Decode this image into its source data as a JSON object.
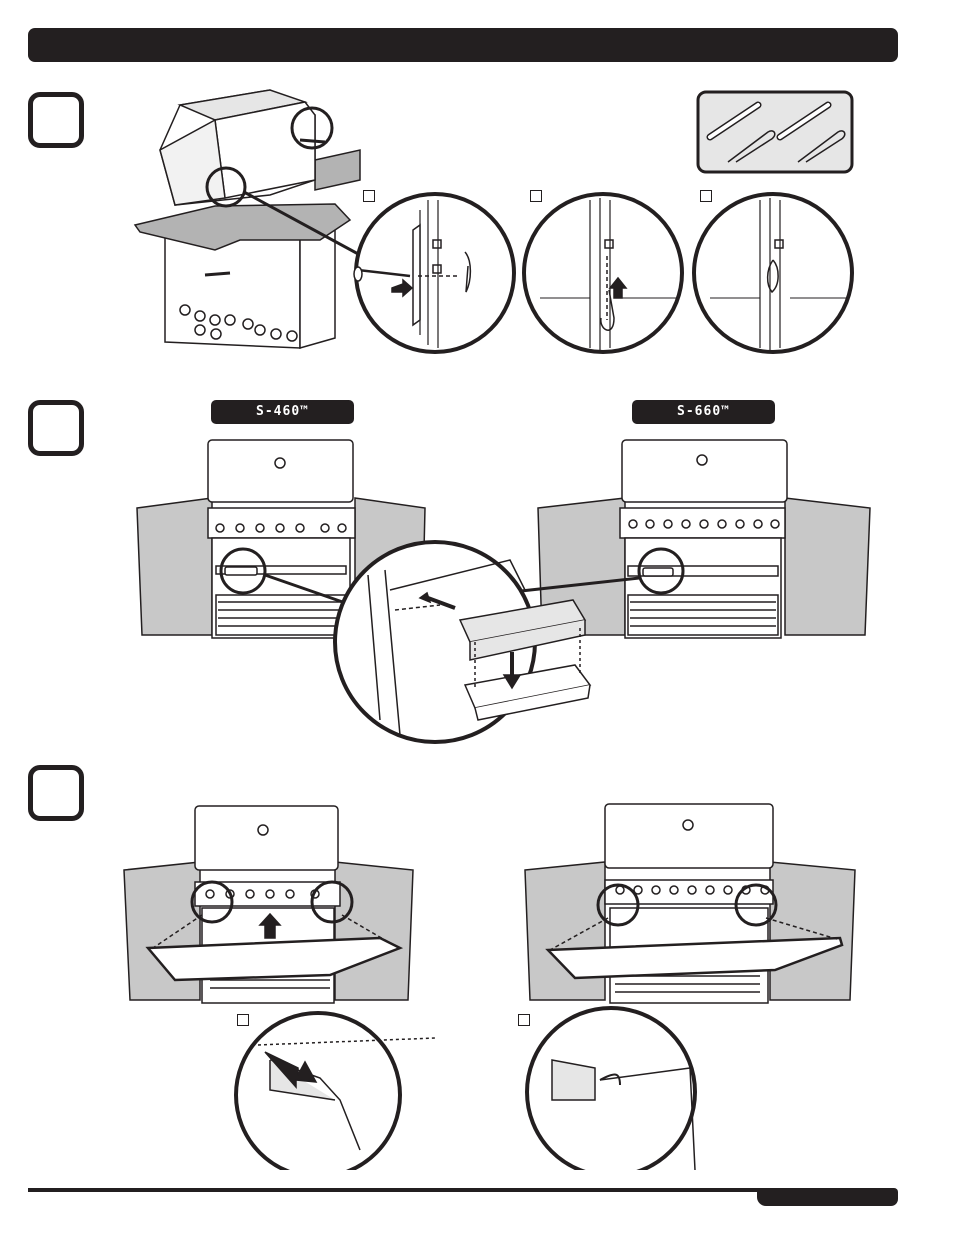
{
  "header": {
    "title": ""
  },
  "steps": [
    {
      "number": "",
      "id": "step-1"
    },
    {
      "number": "",
      "id": "step-2"
    },
    {
      "number": "",
      "id": "step-3"
    }
  ],
  "step2": {
    "left_model": "S-460™",
    "right_model": "S-660™"
  },
  "step3": {
    "left_model": "",
    "right_model": ""
  },
  "footer": {
    "page_label": ""
  },
  "colors": {
    "ink": "#231f20",
    "counter_gray": "#b3b3b3",
    "cabinet_gray": "#c8c8c8",
    "paper": "#ffffff"
  },
  "icons": [
    "hitch-pin-icon",
    "hair-pin-clip-icon",
    "insert-arrow-icon",
    "up-arrow-icon",
    "down-arrow-icon"
  ]
}
